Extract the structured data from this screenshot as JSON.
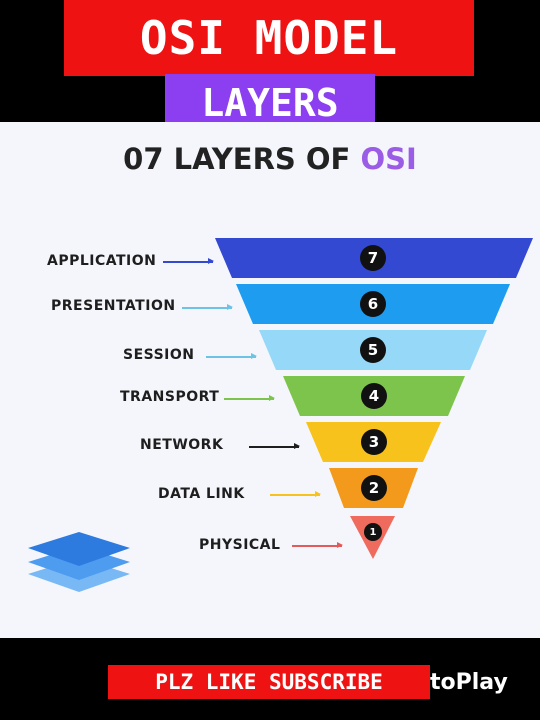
{
  "banner": {
    "title": "OSI MODEL",
    "subtitle": "LAYERS"
  },
  "heading": {
    "prefix": "07 LAYERS OF ",
    "accent": "OSI"
  },
  "layers": [
    {
      "label": "APPLICATION",
      "number": "7",
      "color": "#3349d2"
    },
    {
      "label": "PRESENTATION",
      "number": "6",
      "color": "#1e9df0"
    },
    {
      "label": "SESSION",
      "number": "5",
      "color": "#96d8f8"
    },
    {
      "label": "TRANSPORT",
      "number": "4",
      "color": "#7dc44c"
    },
    {
      "label": "NETWORK",
      "number": "3",
      "color": "#f7c21b"
    },
    {
      "label": "DATA LINK",
      "number": "2",
      "color": "#f39a1c"
    },
    {
      "label": "PHYSICAL",
      "number": "1",
      "color": "#ef6b5e"
    }
  ],
  "arrow_colors": [
    "#3349d2",
    "#6cc3e6",
    "#6cc3e6",
    "#7dc44c",
    "#1e1e1e",
    "#f7c21b",
    "#e45a5a"
  ],
  "footer": {
    "cta": "PLZ LIKE SUBSCRIBE",
    "brand_fragment": "toPlay"
  },
  "logo": {
    "icon": "layers-stack-icon",
    "colors": [
      "#2e7be0",
      "#4d9cf0",
      "#78b8f5"
    ]
  }
}
